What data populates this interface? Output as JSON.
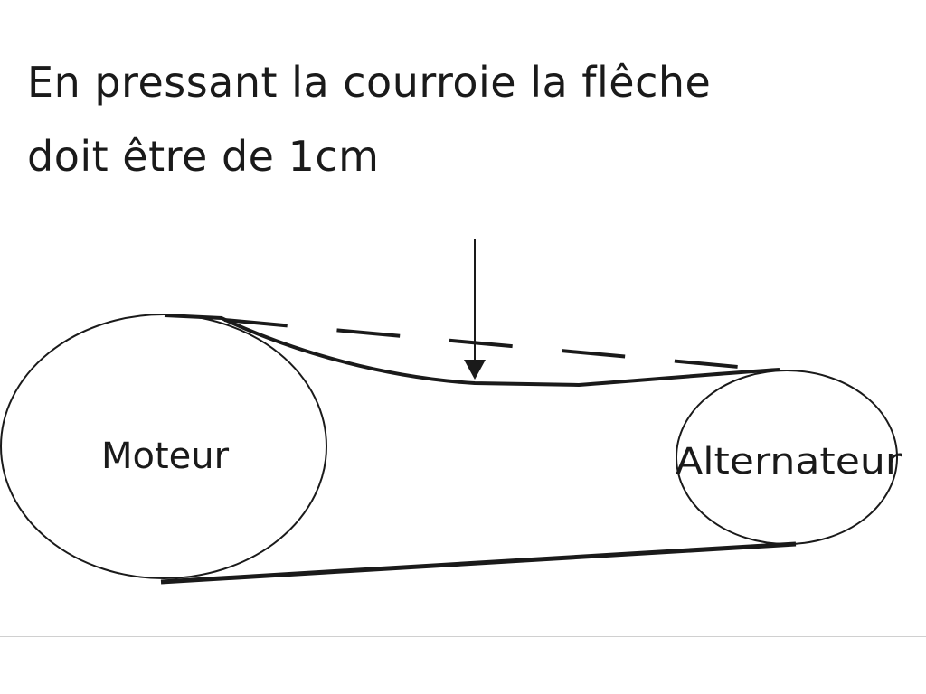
{
  "caption": {
    "line1": "En pressant la courroie la flêche",
    "line2": "doit être de 1cm"
  },
  "pulleys": {
    "motor_label": "Moteur",
    "alternator_label": "Alternateur"
  },
  "colors": {
    "ink": "#1a1a1a",
    "background": "#ffffff"
  }
}
